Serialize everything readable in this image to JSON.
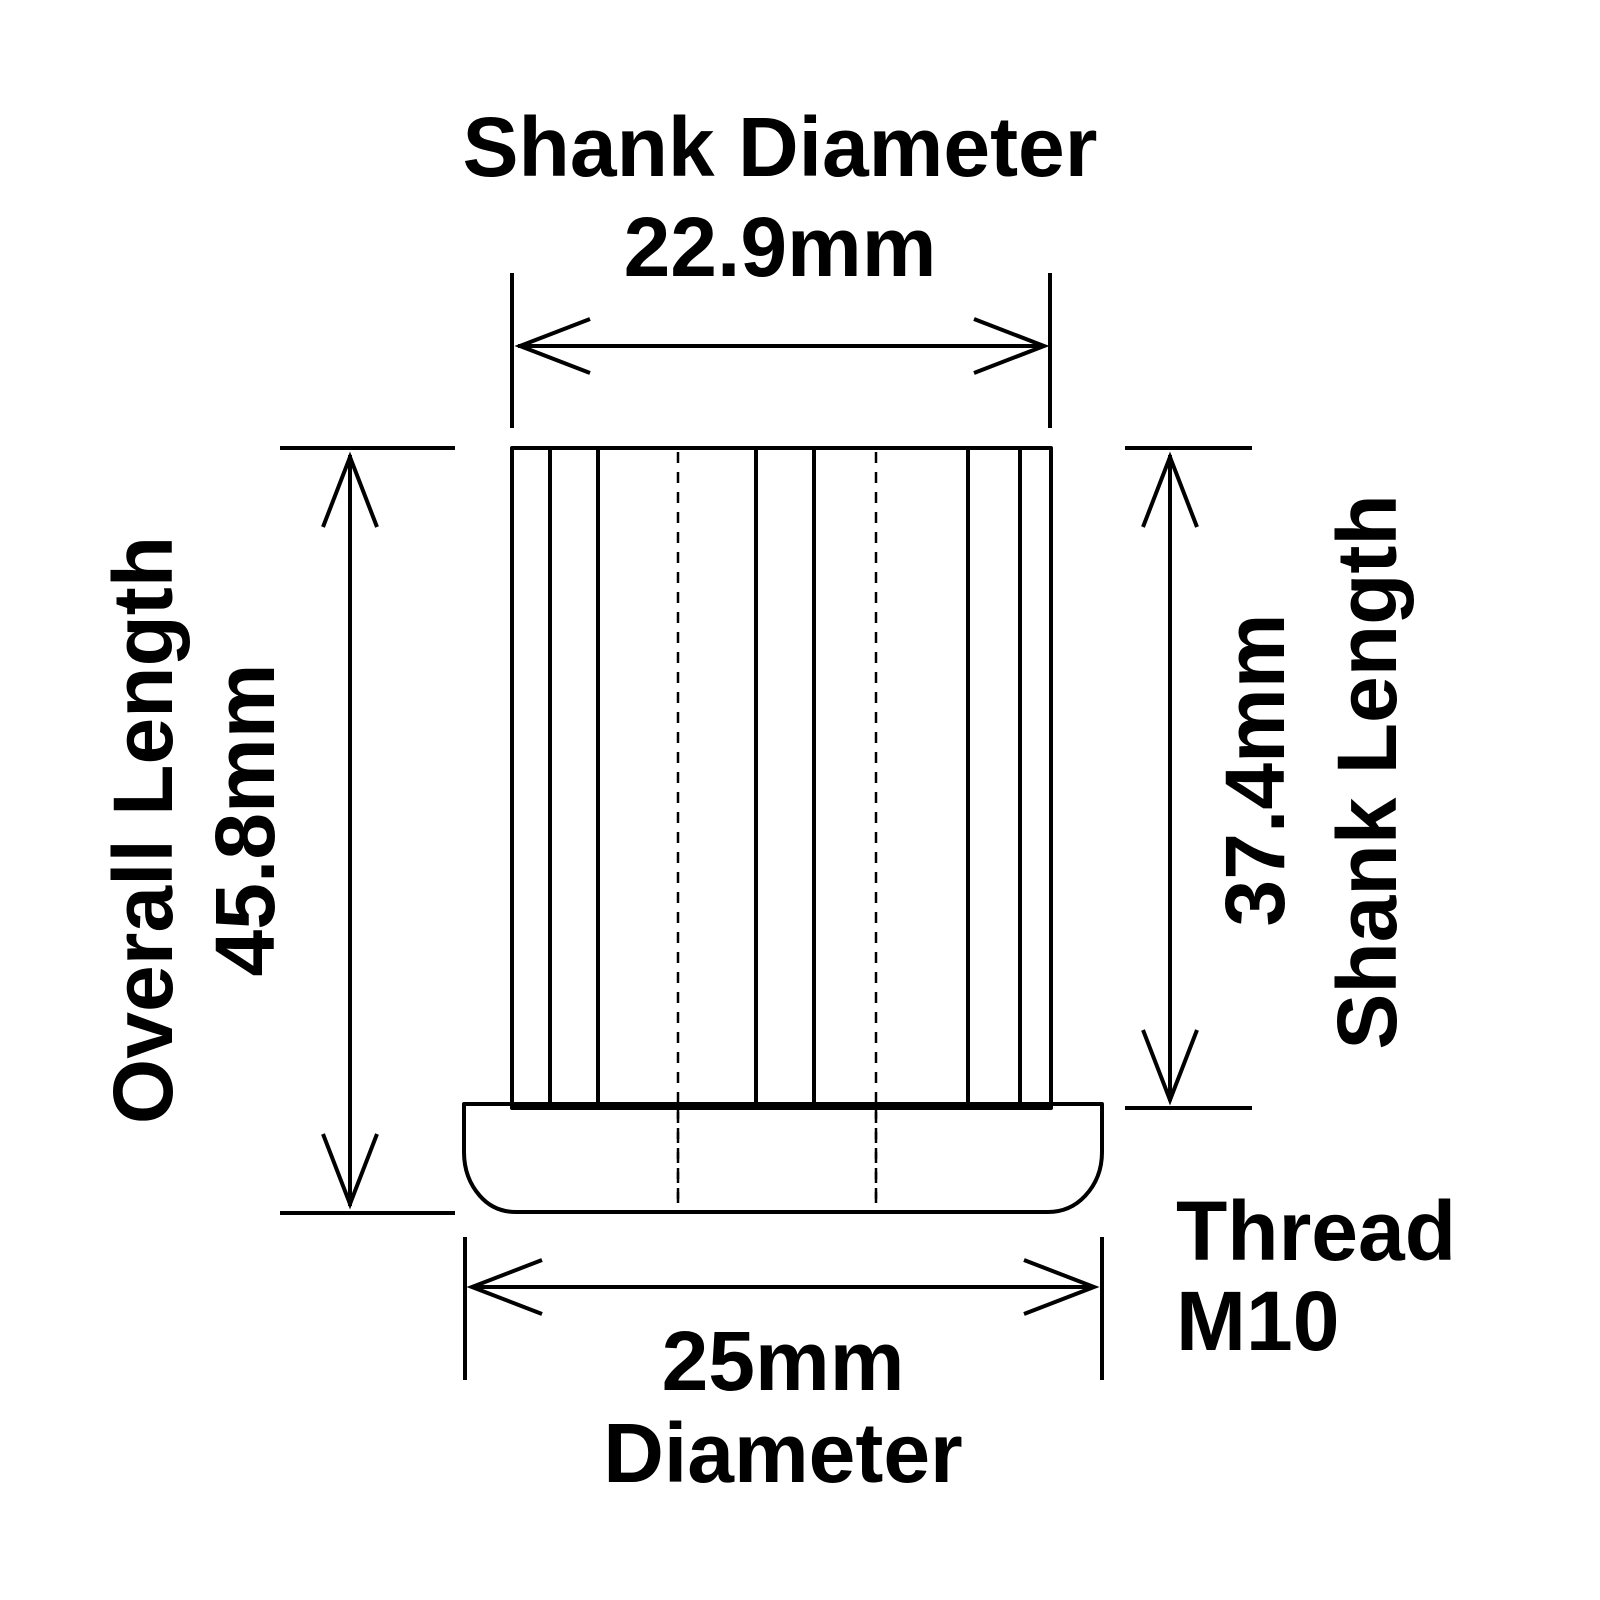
{
  "dimensions": {
    "shank_diameter": {
      "label": "Shank Diameter",
      "value": "22.9mm"
    },
    "overall_length": {
      "label": "Overall Length",
      "value": "45.8mm"
    },
    "shank_length": {
      "label": "Shank Length",
      "value": "37.4mm"
    },
    "diameter": {
      "label": "Diameter",
      "value": "25mm"
    },
    "thread": {
      "label": "Thread",
      "value": "M10"
    }
  }
}
